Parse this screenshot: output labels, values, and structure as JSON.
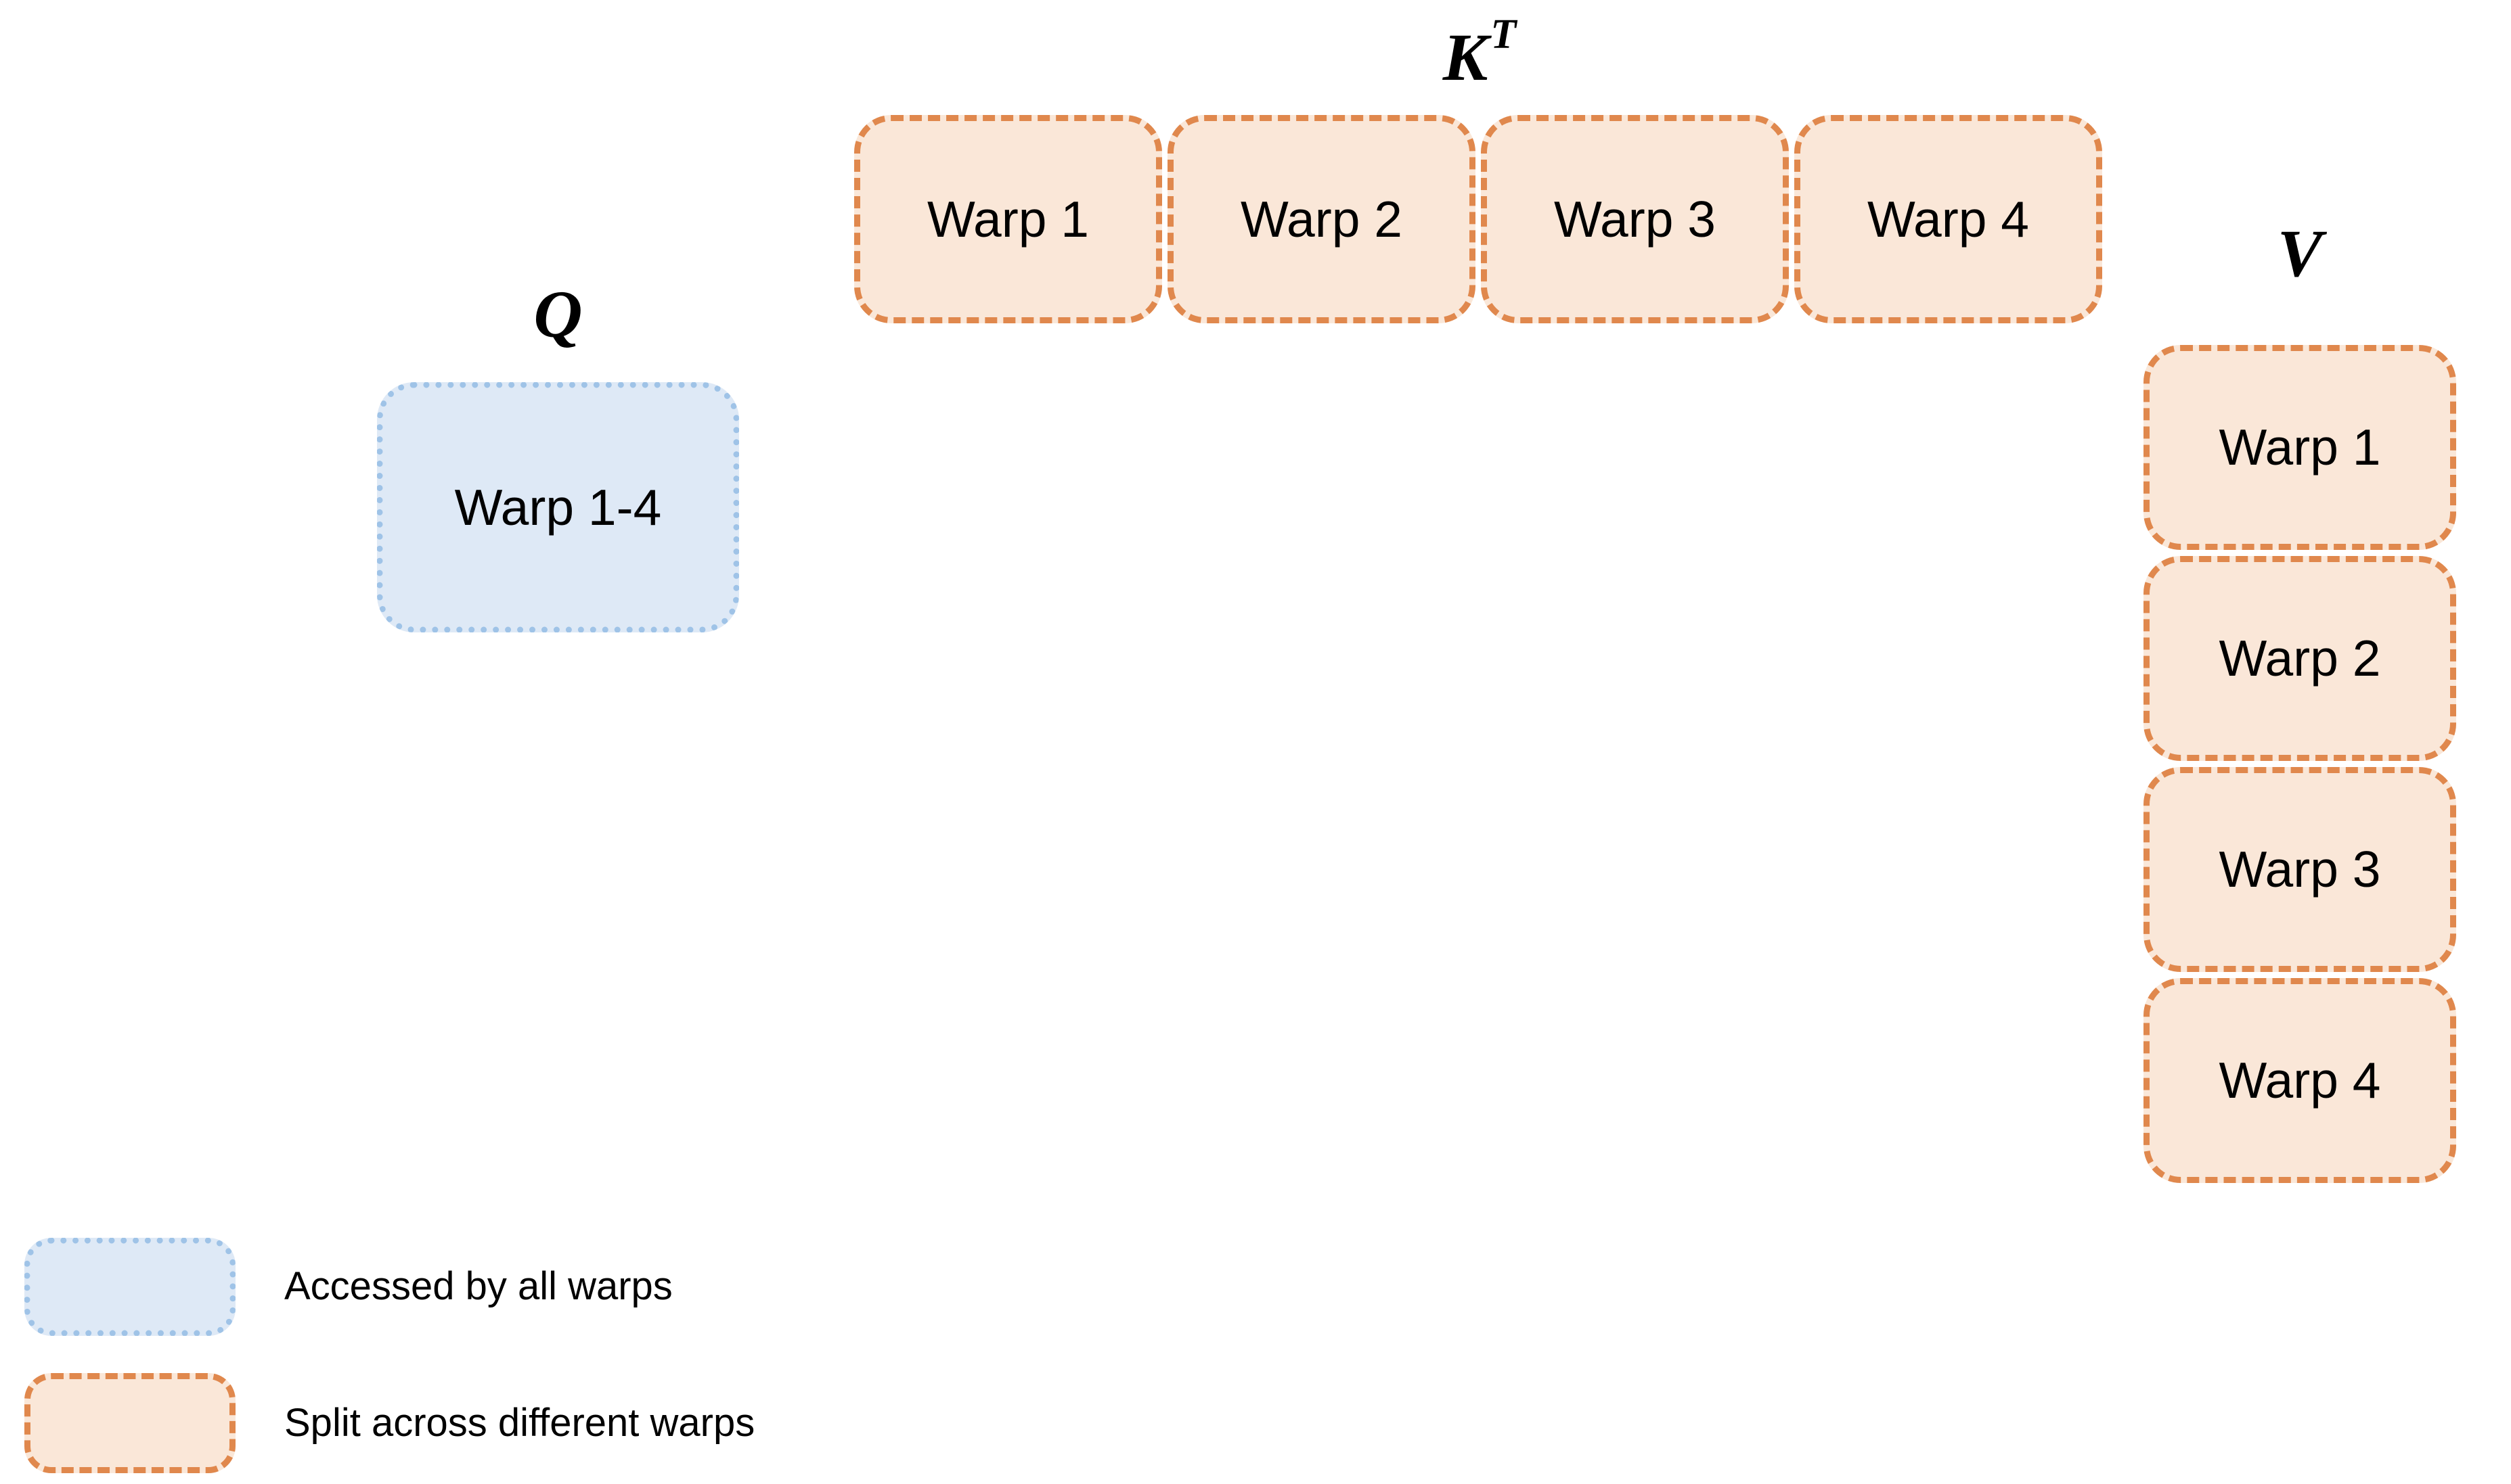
{
  "colors": {
    "background": "#FFFFFF",
    "text": "#000000",
    "blue_fill": "#DEE9F6",
    "blue_border": "#9FC3E7",
    "orange_fill": "#FAE7D8",
    "orange_border": "#E0884D"
  },
  "matrices": {
    "q": {
      "label": "Q",
      "blocks": [
        "Warp 1-4"
      ]
    },
    "kt": {
      "label_base": "K",
      "label_superscript": "T",
      "blocks": [
        "Warp 1",
        "Warp 2",
        "Warp 3",
        "Warp 4"
      ]
    },
    "v": {
      "label": "V",
      "blocks": [
        "Warp 1",
        "Warp 2",
        "Warp 3",
        "Warp 4"
      ]
    }
  },
  "legend": {
    "items": [
      {
        "swatch": "blue-dotted-box",
        "label": "Accessed by all warps"
      },
      {
        "swatch": "orange-dashed-box",
        "label": "Split across different warps"
      }
    ]
  }
}
